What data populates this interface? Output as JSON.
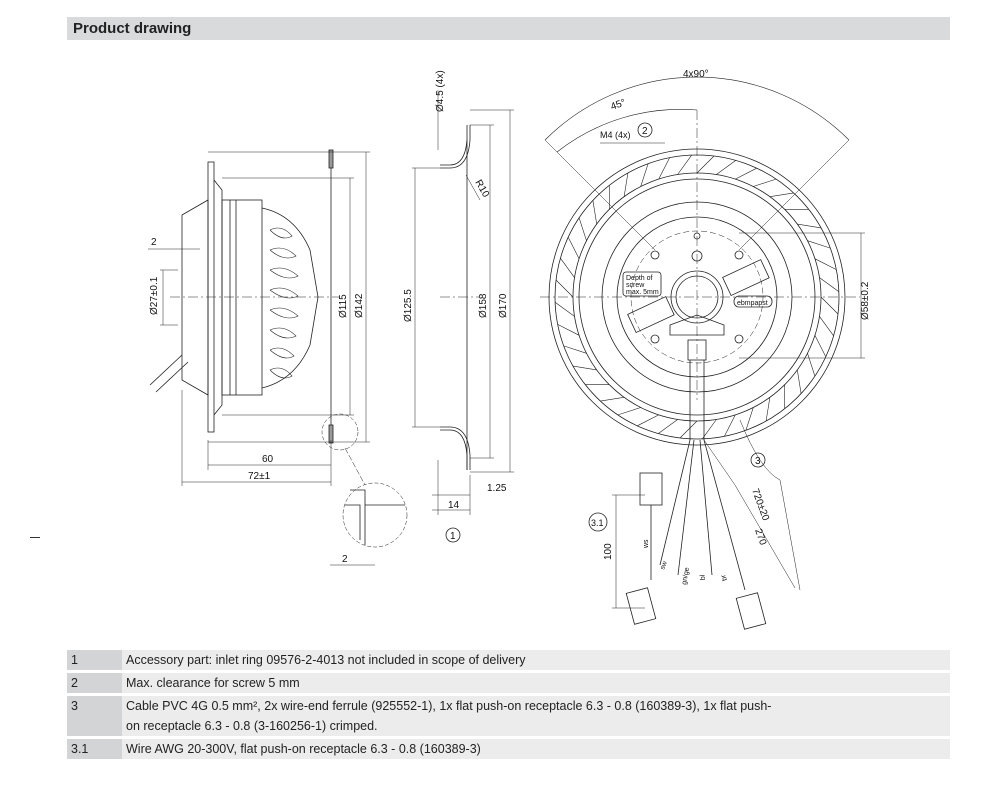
{
  "header": {
    "title": "Product drawing"
  },
  "drawing": {
    "side_view": {
      "dim_2_top": "2",
      "dim_d27": "Ø27±0.1",
      "dim_d115": "Ø115",
      "dim_d142": "Ø142",
      "dim_60": "60",
      "dim_72": "72±1",
      "dim_2_detail": "2"
    },
    "inlet_ring": {
      "dim_hole": "Ø4.5 (4x)",
      "dim_r10": "R10",
      "dim_d125": "Ø125.5",
      "dim_d158": "Ø158",
      "dim_d170": "Ø170",
      "dim_14": "14",
      "dim_125": "1.25",
      "callout": "1"
    },
    "front_view": {
      "angle_4x90": "4x90°",
      "angle_45": "45°",
      "screw": "M4 (4x)",
      "callout_2": "2",
      "depth_note": [
        "Depth of",
        "screw",
        "max. 5mm"
      ],
      "logo": "ebmpapst",
      "dim_d58": "Ø58±0.2"
    },
    "cable": {
      "callout_3": "3",
      "callout_31": "3.1",
      "dim_100": "100",
      "dim_720": "720±20",
      "dim_270": "270",
      "wire_ws": "ws",
      "wire_sw": "sw",
      "wire_gnge": "gn/ge",
      "wire_bl": "bl",
      "wire_br": "br"
    }
  },
  "notes": [
    {
      "id": "1",
      "text": "Accessory part: inlet ring 09576-2-4013 not included in scope of delivery"
    },
    {
      "id": "2",
      "text": "Max. clearance for screw 5 mm"
    },
    {
      "id": "3",
      "text": "Cable PVC 4G 0.5 mm², 2x wire-end ferrule (925552-1), 1x flat push-on receptacle 6.3 - 0.8 (160389-3), 1x flat push-on receptacle 6.3 - 0.8 (3-160256-1) crimped."
    },
    {
      "id": "3.1",
      "text": "Wire AWG 20-300V, flat push-on receptacle 6.3 - 0.8 (160389-3)"
    }
  ]
}
